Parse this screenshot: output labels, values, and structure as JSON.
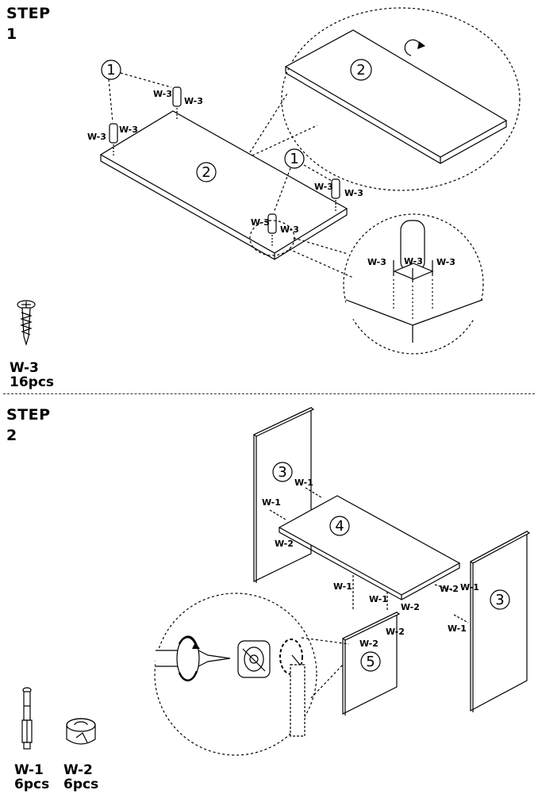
{
  "step1": {
    "heading": "STEP",
    "number": "1",
    "parts": {
      "top_board": "2",
      "leg": "1"
    },
    "screw_code": "W-3",
    "hardware": {
      "code": "W-3",
      "qty": "16pcs",
      "icon": "wood-screw-icon"
    }
  },
  "step2": {
    "heading": "STEP",
    "number": "2",
    "parts": {
      "side_panel": "3",
      "shelf": "4",
      "front_panel": "5"
    },
    "codes": {
      "dowel": "W-1",
      "cam": "W-2"
    },
    "hardware": [
      {
        "code": "W-1",
        "qty": "6pcs",
        "icon": "cam-bolt-icon"
      },
      {
        "code": "W-2",
        "qty": "6pcs",
        "icon": "cam-lock-nut-icon"
      }
    ]
  }
}
